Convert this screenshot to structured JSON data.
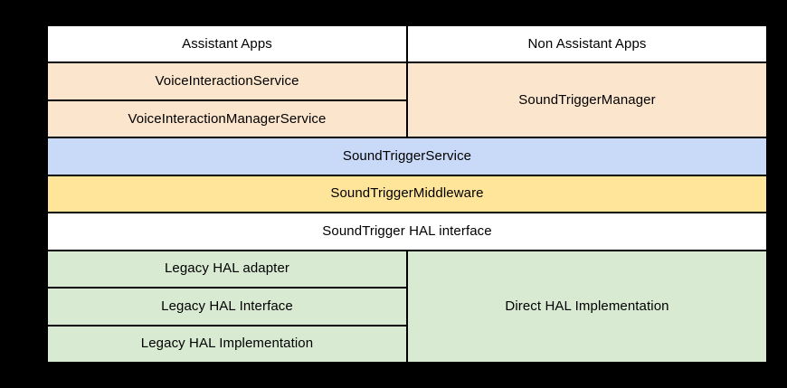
{
  "colors": {
    "background": "#000000",
    "border": "#000000",
    "text": "#000000",
    "white": "#ffffff",
    "orange": "#fce5cd",
    "blue": "#c9daf8",
    "yellow": "#ffe599",
    "green": "#d9ead3"
  },
  "diagram": {
    "cells": {
      "assistant_apps": "Assistant Apps",
      "non_assistant_apps": "Non Assistant Apps",
      "voice_interaction_service": "VoiceInteractionService",
      "voice_interaction_manager_service": "VoiceInteractionManagerService",
      "sound_trigger_manager": "SoundTriggerManager",
      "sound_trigger_service": "SoundTriggerService",
      "sound_trigger_middleware": "SoundTriggerMiddleware",
      "sound_trigger_hal_interface": "SoundTrigger HAL interface",
      "legacy_hal_adapter": "Legacy HAL adapter",
      "legacy_hal_interface": "Legacy HAL Interface",
      "legacy_hal_implementation": "Legacy HAL Implementation",
      "direct_hal_implementation": "Direct HAL Implementation"
    }
  }
}
